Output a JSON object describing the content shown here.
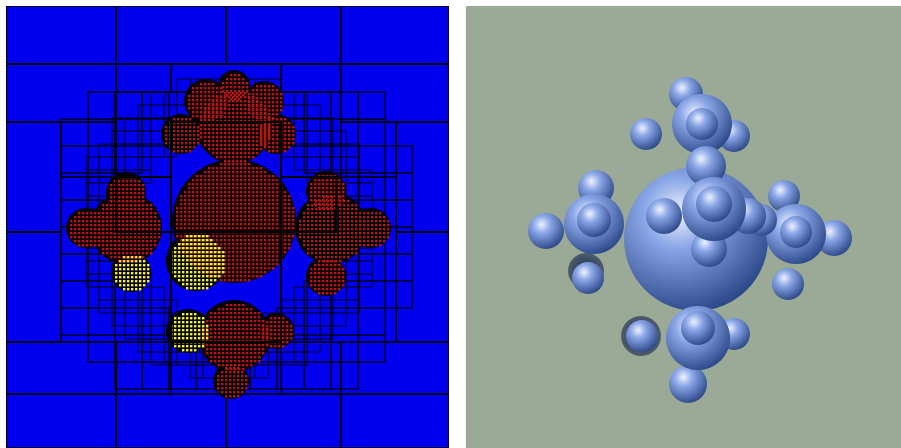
{
  "figure": {
    "panels": [
      {
        "id": "left",
        "content": "octree-grid-cross-section",
        "colors": {
          "background": "#0000ee",
          "grid_lines": "#000000",
          "red_cells": "#b01818",
          "yellow_cells": "#f0ee3a",
          "black_gaps": "#000000"
        }
      },
      {
        "id": "right",
        "content": "rendered-sphere-cluster",
        "colors": {
          "background": "#9aaa96",
          "sphere_highlight": "#eef2ff",
          "sphere_mid": "#8aa6e6",
          "sphere_shadow": "#2e4a8a"
        }
      }
    ]
  }
}
